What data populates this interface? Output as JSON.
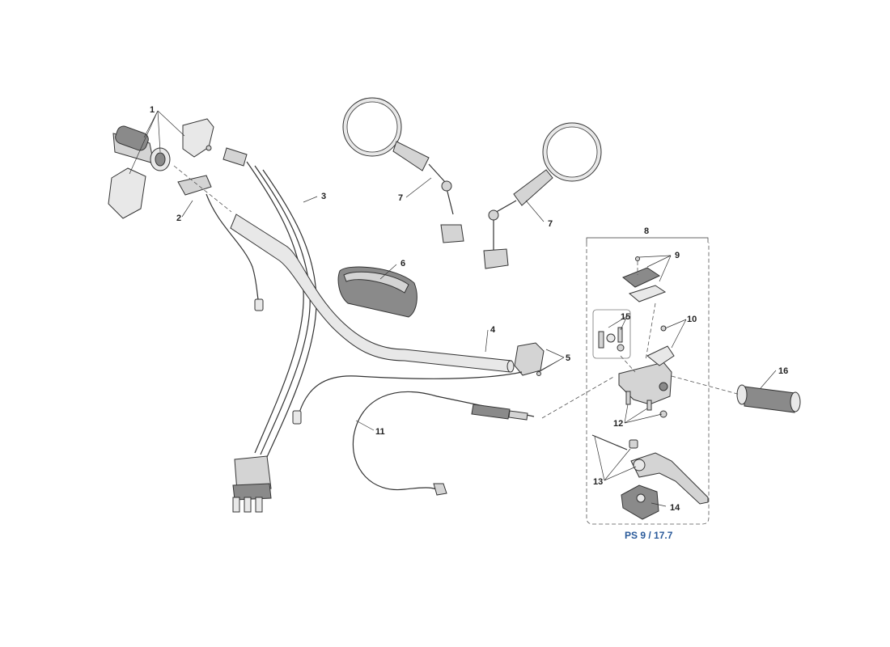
{
  "callouts": {
    "c1": "1",
    "c2": "2",
    "c3": "3",
    "c4": "4",
    "c5": "5",
    "c6": "6",
    "c7a": "7",
    "c7b": "7",
    "c8": "8",
    "c9": "9",
    "c10": "10",
    "c11": "11",
    "c12": "12",
    "c13": "13",
    "c14": "14",
    "c15": "15",
    "c16": "16"
  },
  "reference": "PS 9 / 17.7",
  "colors": {
    "line": "#333333",
    "reference": "#2a5a9a",
    "part_fill": "#d4d4d4"
  }
}
